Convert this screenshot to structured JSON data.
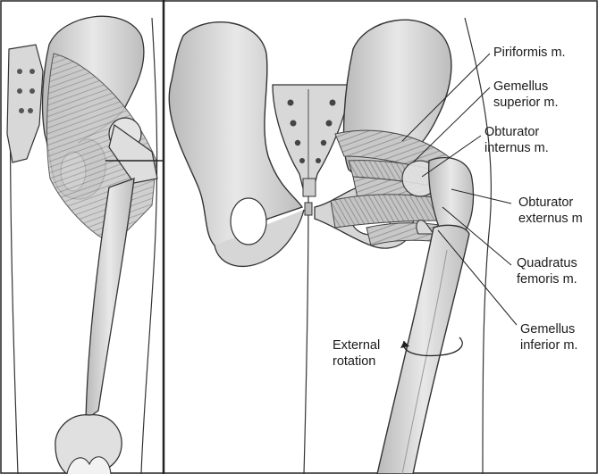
{
  "labels": {
    "piriformis": "Piriformis m.",
    "gemellus_superior": {
      "line1": "Gemellus",
      "line2": "superior m."
    },
    "obturator_internus": {
      "line1": "Obturator",
      "line2": "internus m."
    },
    "obturator_externus": {
      "line1": "Obturator",
      "line2": "externus m"
    },
    "quadratus_femoris": {
      "line1": "Quadratus",
      "line2": "femoris m."
    },
    "gemellus_inferior": {
      "line1": "Gemellus",
      "line2": "inferior m."
    },
    "external_rotation": {
      "line1": "External",
      "line2": "rotation"
    }
  }
}
